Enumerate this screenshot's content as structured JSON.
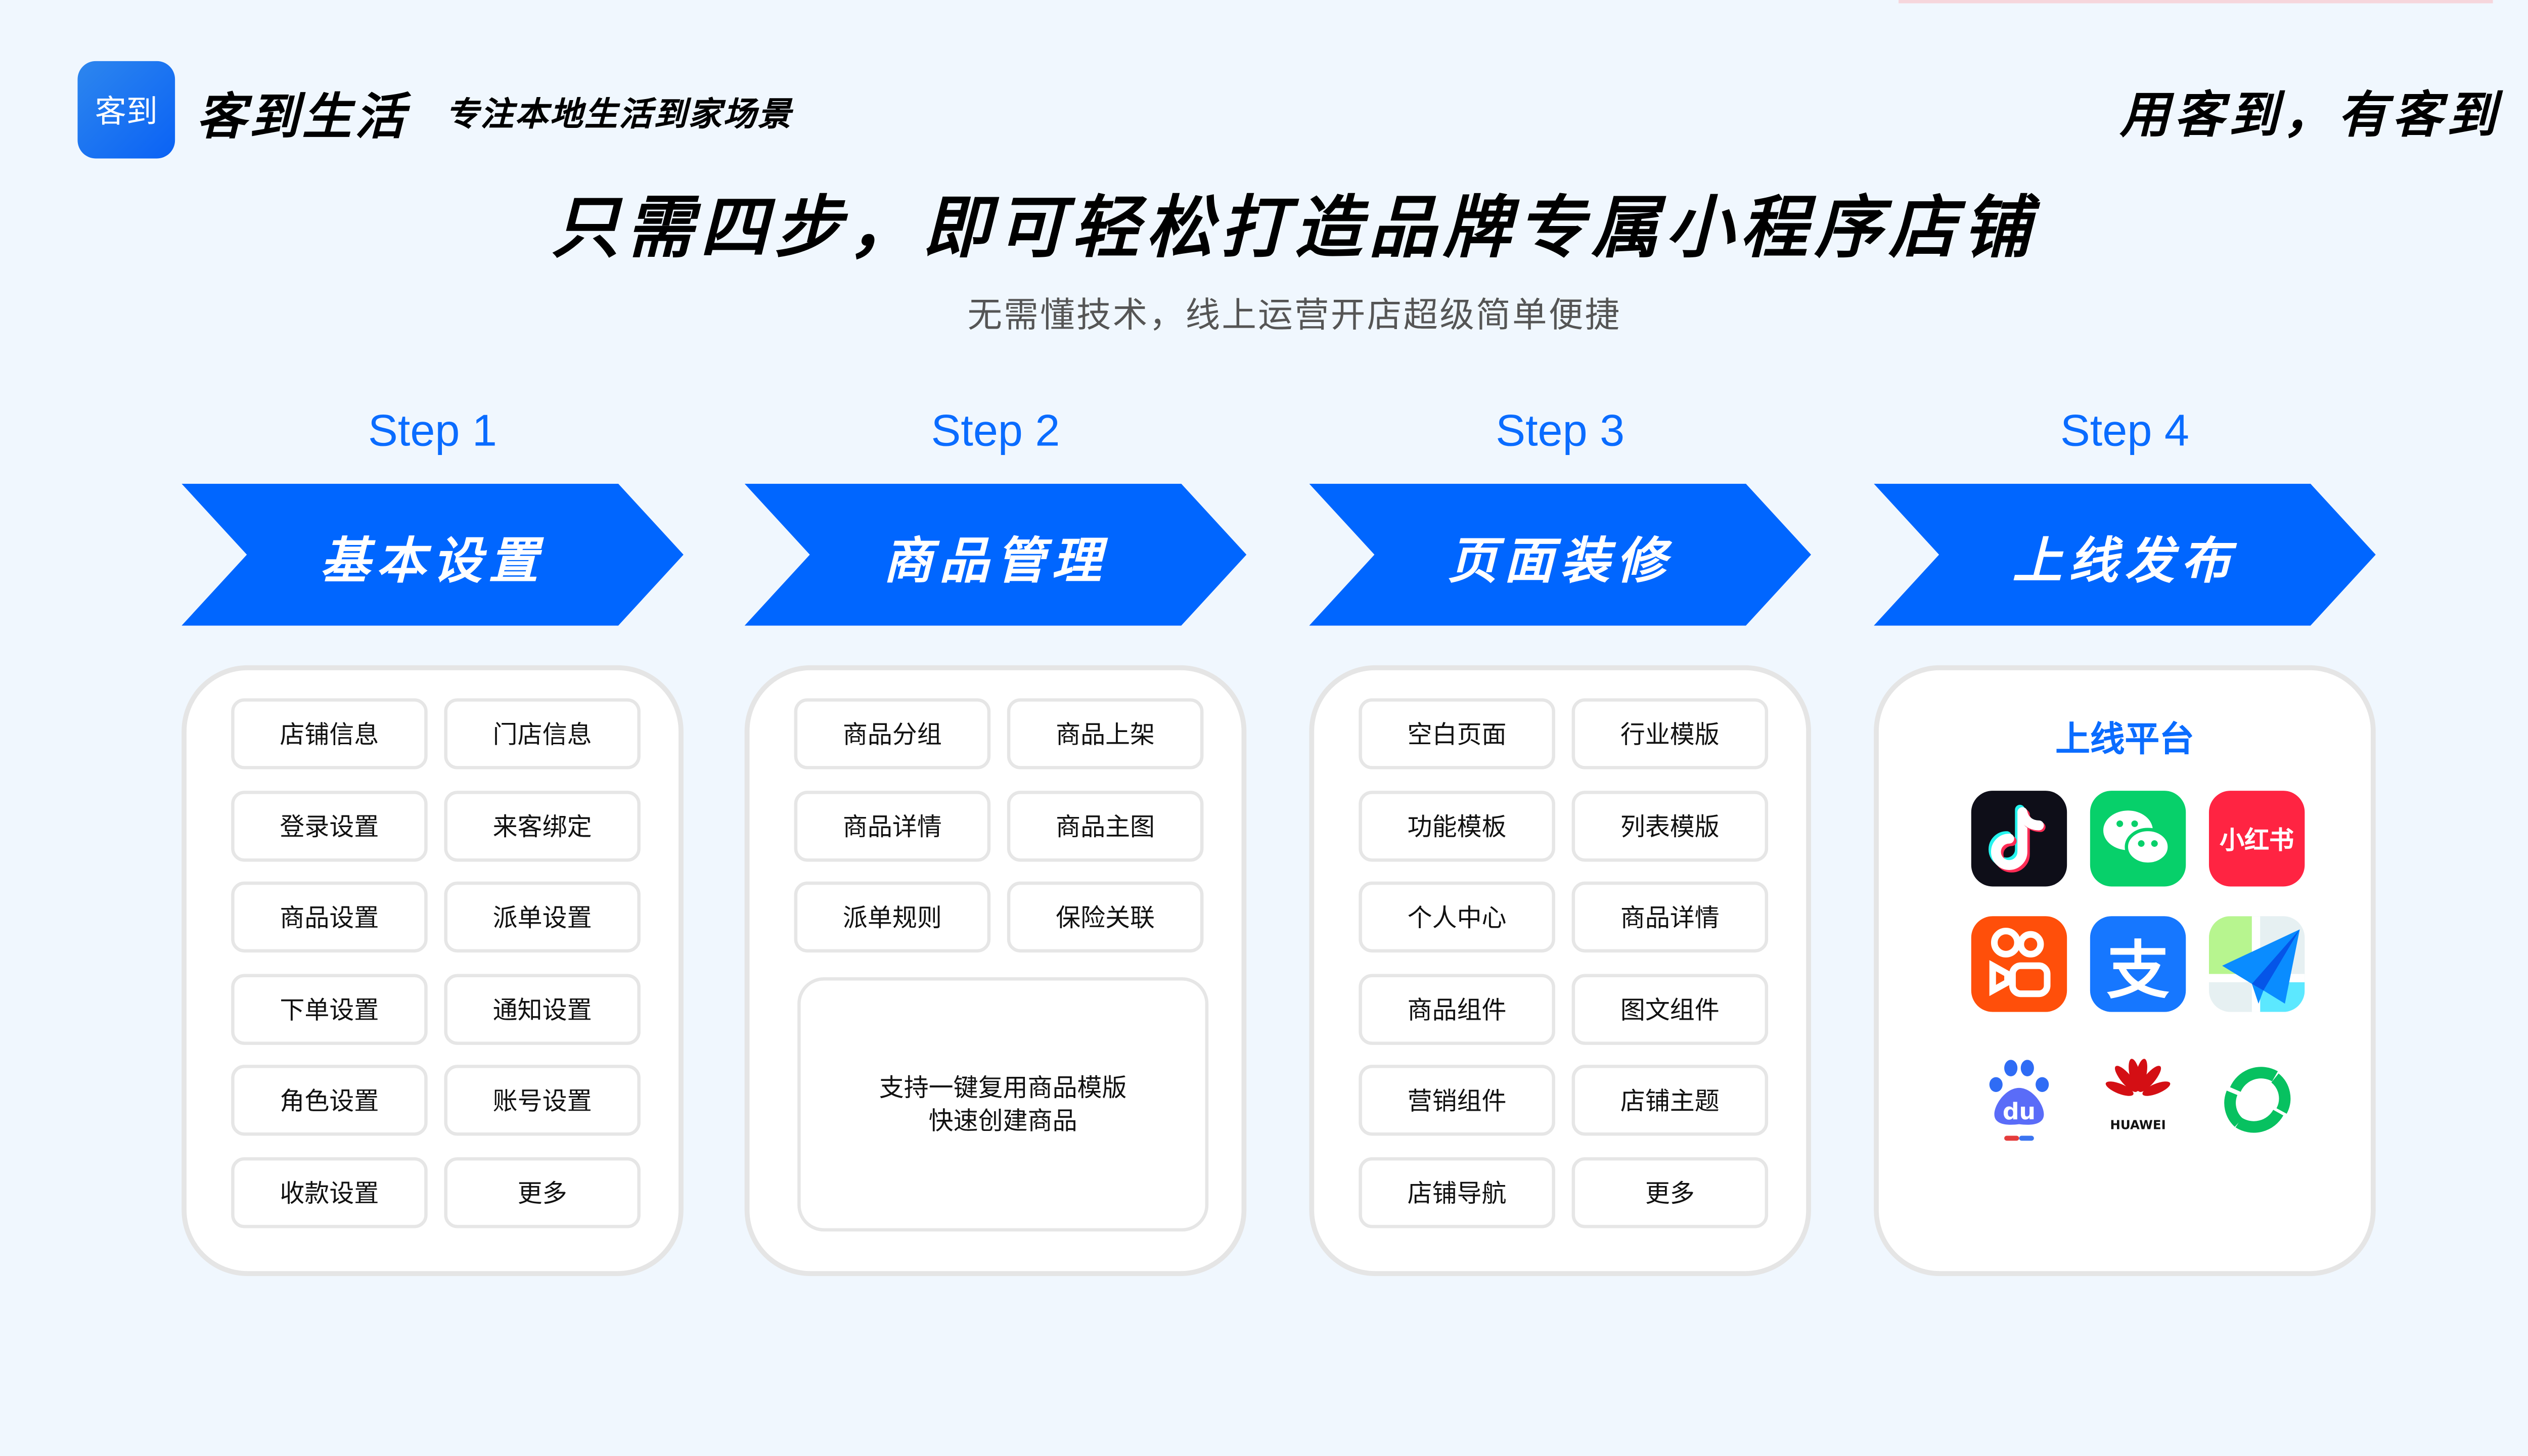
{
  "header": {
    "logo_text": "客到",
    "brand": "客到生活",
    "slogan": "专注本地生活到家场景",
    "motto": "用客到，有客到"
  },
  "title": "只需四步，即可轻松打造品牌专属小程序店铺",
  "subtitle": "无需懂技术，线上运营开店超级简单便捷",
  "accent_color": "#0066ff",
  "steps": [
    {
      "step": "Step 1",
      "name": "基本设置",
      "items": [
        "店铺信息",
        "门店信息",
        "登录设置",
        "来客绑定",
        "商品设置",
        "派单设置",
        "下单设置",
        "通知设置",
        "角色设置",
        "账号设置",
        "收款设置",
        "更多"
      ]
    },
    {
      "step": "Step 2",
      "name": "商品管理",
      "items": [
        "商品分组",
        "商品上架",
        "商品详情",
        "商品主图",
        "派单规则",
        "保险关联"
      ],
      "note_line1": "支持一键复用商品模版",
      "note_line2": "快速创建商品"
    },
    {
      "step": "Step 3",
      "name": "页面装修",
      "items": [
        "空白页面",
        "行业模版",
        "功能模板",
        "列表模版",
        "个人中心",
        "商品详情",
        "商品组件",
        "图文组件",
        "营销组件",
        "店铺主题",
        "店铺导航",
        "更多"
      ]
    },
    {
      "step": "Step 4",
      "name": "上线发布",
      "platform_title": "上线平台",
      "platforms": [
        "douyin-icon",
        "wechat-icon",
        "xiaohongshu-icon",
        "kuaishou-icon",
        "alipay-icon",
        "amap-icon",
        "baidu-icon",
        "huawei-icon",
        "wechat-miniprogram-icon"
      ],
      "xhs_text": "小红书",
      "alipay_text": "支",
      "baidu_text": "du",
      "huawei_text": "HUAWEI"
    }
  ]
}
